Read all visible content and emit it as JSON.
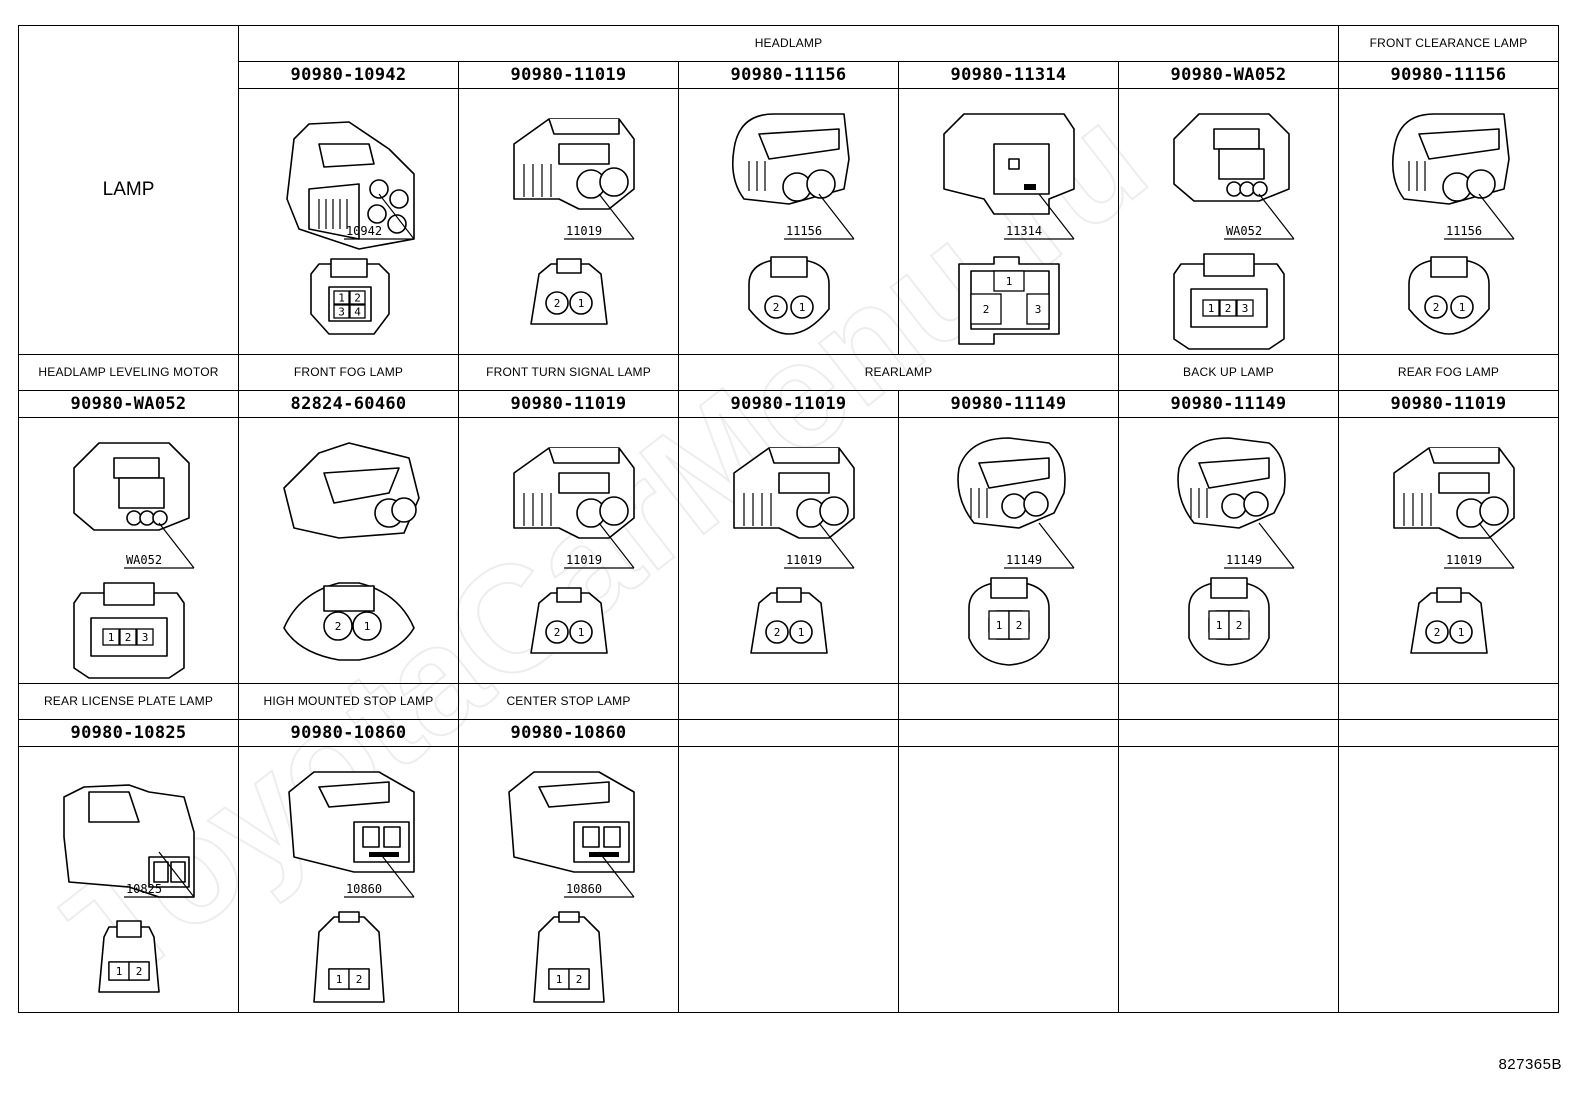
{
  "sheet": {
    "row_label": "LAMP",
    "figure_id": "827365B",
    "watermark": "ToyotaCarMenu.ru"
  },
  "rows": [
    {
      "groups": [
        {
          "label": "HEADLAMP",
          "span": 5
        },
        {
          "label": "FRONT CLEARANCE LAMP",
          "span": 1
        }
      ],
      "connectors": [
        {
          "part_no": "90980-10942",
          "code": "10942",
          "style": "quad",
          "pins": [
            "1",
            "2",
            "3",
            "4"
          ]
        },
        {
          "part_no": "90980-11019",
          "code": "11019",
          "style": "twin-round",
          "pins": [
            "2",
            "1"
          ]
        },
        {
          "part_no": "90980-11156",
          "code": "11156",
          "style": "curved",
          "pins": [
            "2",
            "1"
          ]
        },
        {
          "part_no": "90980-11314",
          "code": "11314",
          "style": "tee",
          "pins": [
            "1",
            "2",
            "3"
          ]
        },
        {
          "part_no": "90980-WA052",
          "code": "WA052",
          "style": "triple",
          "pins": [
            "1",
            "2",
            "3"
          ]
        },
        {
          "part_no": "90980-11156",
          "code": "11156",
          "style": "curved",
          "pins": [
            "2",
            "1"
          ]
        }
      ]
    },
    {
      "groups": [
        {
          "label": "HEADLAMP LEVELING MOTOR",
          "span": 1
        },
        {
          "label": "FRONT FOG LAMP",
          "span": 1
        },
        {
          "label": "FRONT TURN SIGNAL LAMP",
          "span": 1
        },
        {
          "label": "REARLAMP",
          "span": 2
        },
        {
          "label": "BACK UP LAMP",
          "span": 1
        },
        {
          "label": "REAR FOG LAMP",
          "span": 1
        }
      ],
      "connectors": [
        {
          "part_no": "90980-WA052",
          "code": "WA052",
          "style": "triple",
          "pins": [
            "1",
            "2",
            "3"
          ]
        },
        {
          "part_no": "82824-60460",
          "code": "",
          "style": "fog",
          "pins": [
            "2",
            "1"
          ]
        },
        {
          "part_no": "90980-11019",
          "code": "11019",
          "style": "twin-round",
          "pins": [
            "2",
            "1"
          ]
        },
        {
          "part_no": "90980-11019",
          "code": "11019",
          "style": "twin-round",
          "pins": [
            "2",
            "1"
          ]
        },
        {
          "part_no": "90980-11149",
          "code": "11149",
          "style": "oval",
          "pins": [
            "1",
            "2"
          ]
        },
        {
          "part_no": "90980-11149",
          "code": "11149",
          "style": "oval",
          "pins": [
            "1",
            "2"
          ]
        },
        {
          "part_no": "90980-11019",
          "code": "11019",
          "style": "twin-round",
          "pins": [
            "2",
            "1"
          ]
        }
      ]
    },
    {
      "groups": [
        {
          "label": "REAR LICENSE PLATE LAMP",
          "span": 1
        },
        {
          "label": "HIGH MOUNTED STOP LAMP",
          "span": 1
        },
        {
          "label": "CENTER STOP LAMP",
          "span": 1
        },
        {
          "label": "",
          "span": 1
        },
        {
          "label": "",
          "span": 1
        },
        {
          "label": "",
          "span": 1
        },
        {
          "label": "",
          "span": 1
        }
      ],
      "connectors": [
        {
          "part_no": "90980-10825",
          "code": "10825",
          "style": "flat",
          "pins": [
            "1",
            "2"
          ]
        },
        {
          "part_no": "90980-10860",
          "code": "10860",
          "style": "stop",
          "pins": [
            "1",
            "2"
          ]
        },
        {
          "part_no": "90980-10860",
          "code": "10860",
          "style": "stop",
          "pins": [
            "1",
            "2"
          ]
        },
        {
          "part_no": "",
          "code": "",
          "style": "",
          "pins": []
        },
        {
          "part_no": "",
          "code": "",
          "style": "",
          "pins": []
        },
        {
          "part_no": "",
          "code": "",
          "style": "",
          "pins": []
        },
        {
          "part_no": "",
          "code": "",
          "style": "",
          "pins": []
        }
      ]
    }
  ]
}
